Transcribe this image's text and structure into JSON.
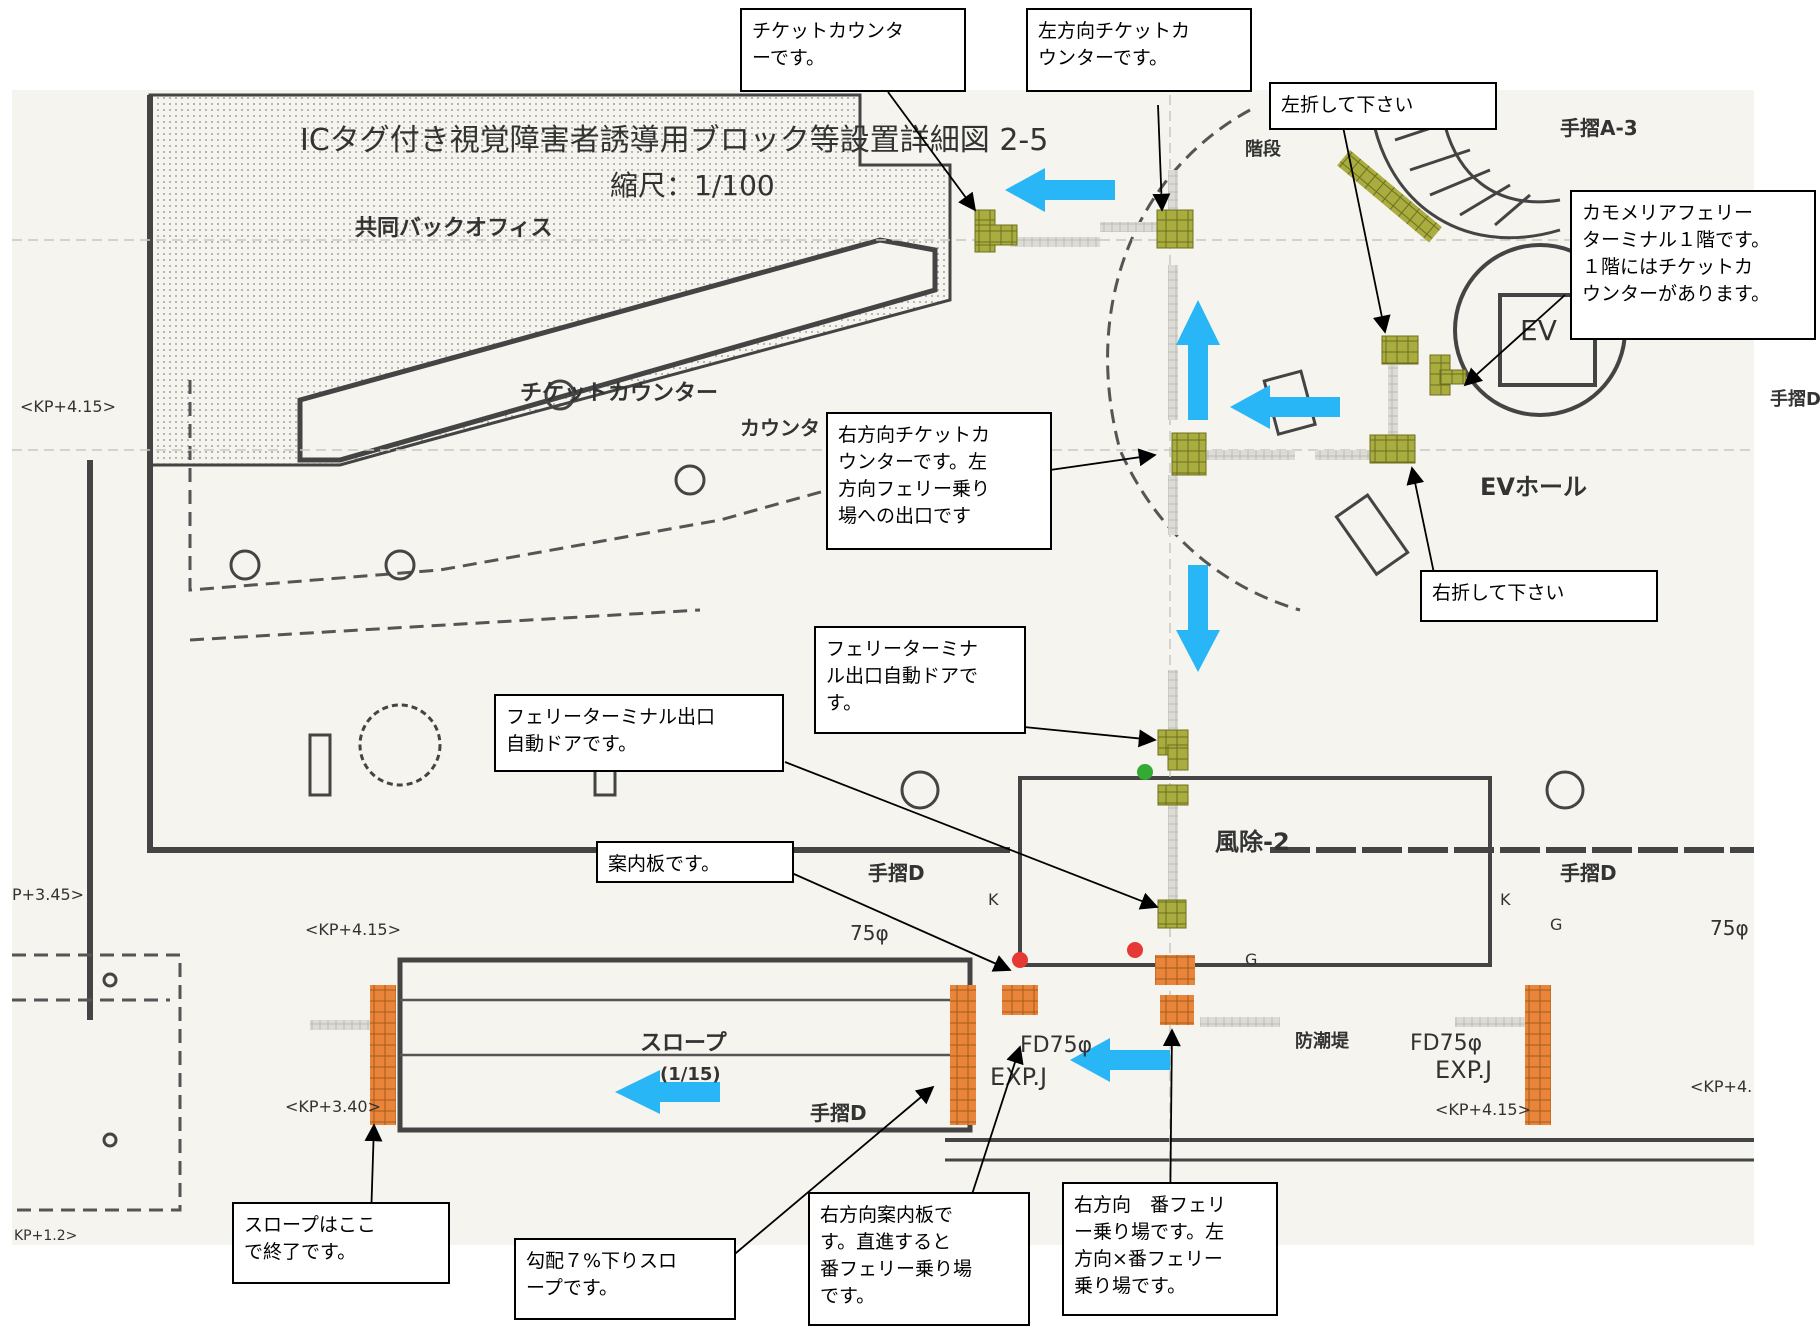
{
  "plan": {
    "title": "ICタグ付き視覚障害者誘導用ブロック等設置詳細図 2-5",
    "scale": "縮尺：1/100",
    "labels": {
      "back_office": "共同バックオフィス",
      "ticket_counter": "チケットカウンター",
      "counter": "カウンタ",
      "stairs": "階段",
      "handrail_a3": "手摺A-3",
      "ev": "EV",
      "ev_hall": "EVホール",
      "windbreak": "風除-2",
      "slope": "スロープ",
      "slope_grade": "(1/15)",
      "seawall": "防潮堤",
      "fd_left": "FD75φ",
      "fd_right": "FD75φ",
      "exp_left": "EXP.J",
      "exp_right": "EXP.J",
      "handrail_d1": "手摺D",
      "handrail_d2": "手摺D",
      "handrail_d3": "手摺D",
      "handrail_d4": "手摺D",
      "kp_415_a": "<KP+4.15>",
      "kp_415_b": "<KP+4.15>",
      "kp_415_c": "<KP+4.15>",
      "kp_340": "<KP+3.40>",
      "kp_345": "P+3.45>",
      "kp_4r": "<KP+4.",
      "d75_left": "75φ",
      "d75_right": "75φ",
      "k_left": "K",
      "k_right": "K",
      "g_mid": "G",
      "g_right": "G",
      "kp_bottom": "KP+1.2>"
    }
  },
  "callouts": {
    "ticket_counter": "チケットカウンタ\nーです。",
    "left_ticket_counter": "左方向チケットカ\nウンターです。",
    "turn_left": "左折して下さい",
    "terminal_1f": "カモメリアフェリー\nターミナル１階です。\n１階にはチケットカ\nウンターがあります。",
    "right_ticket_counter": "右方向チケットカ\nウンターです。左\n方向フェリー乗り\n場への出口です",
    "turn_right": "右折して下さい",
    "exit_door_1": "フェリーターミナ\nル出口自動ドアで\nす。",
    "exit_door_2": "フェリーターミナル出口\n自動ドアです。",
    "info_board": "案内板です。",
    "slope_end": "スロープはここ\nで終了です。",
    "slope_down": "勾配７%下りスロ\nープです。",
    "right_info_board": "右方向案内板で\nす。直進すると\n番フェリー乗り場\nです。",
    "right_pier": "右方向　番フェリ\nー乗り場です。左\n方向×番フェリー\n乗り場です。"
  },
  "colors": {
    "arrow_blue": "#29b6f6",
    "block_olive": "#a9ac3e",
    "block_orange": "#e8853a",
    "dot_green": "#33aa33",
    "dot_red": "#e53935"
  }
}
